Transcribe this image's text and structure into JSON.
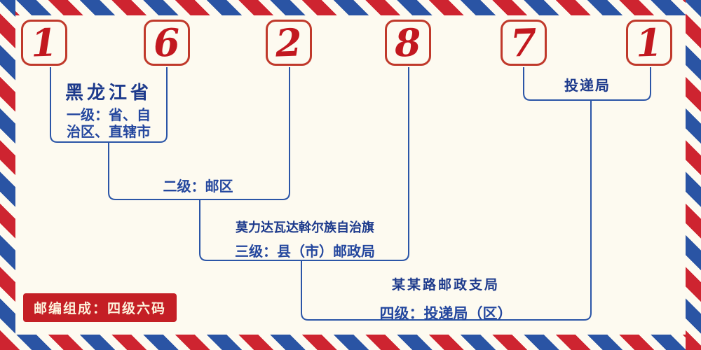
{
  "postal_code": {
    "value": "162871",
    "digits": [
      "1",
      "6",
      "2",
      "8",
      "7",
      "1"
    ]
  },
  "annotations": {
    "level1": {
      "region": "黑龙江省",
      "label": "一级：省、自治区、直辖市"
    },
    "level2": {
      "label": "二级：邮区"
    },
    "level3": {
      "place": "莫力达瓦达斡尔族自治旗",
      "label": "三级：县（市）邮政局"
    },
    "level4": {
      "place": "某某路邮政支局",
      "label": "四级：投递局（区）"
    },
    "delivery_office": {
      "label": "投递局"
    },
    "badge": {
      "label": "邮编组成：四级六码"
    }
  },
  "colors": {
    "digit_red": "#c2181f",
    "box_border_red": "#c0392b",
    "line_blue": "#2b55a7",
    "label_blue": "#24479e",
    "dark_blue": "#1d3a8c",
    "badge_bg": "#c41f25",
    "badge_text": "#fdf3dd",
    "background": "#fdfaf0",
    "stripe_red": "#ce2430",
    "stripe_blue": "#2a54a4"
  }
}
